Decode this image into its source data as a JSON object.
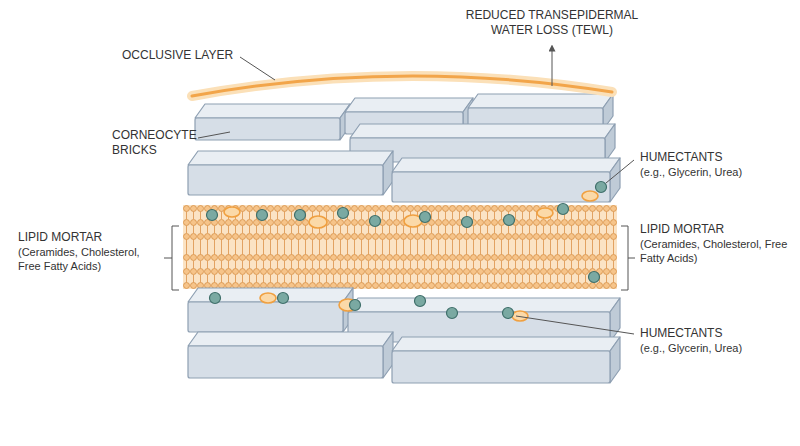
{
  "diagram": {
    "labels": [
      "OCCLUSIVE LAYER",
      "REDUCED TRANSEPIDERMAL WATER LOSS (TEWL)",
      "CORNEOCYTE BRICKS",
      "HUMECTANTS",
      "(e.g., Glycerin, Urea)",
      "LIPID MORTAR",
      "(Ceramides, Cholesterol, Free Fatty Acids)",
      "LIPID MORTAR",
      "(Ceramides, Cholesterol, Free Fatty Acids)",
      "HUMECTANTS",
      "(e.g., Glycerin, Urea)"
    ]
  }
}
